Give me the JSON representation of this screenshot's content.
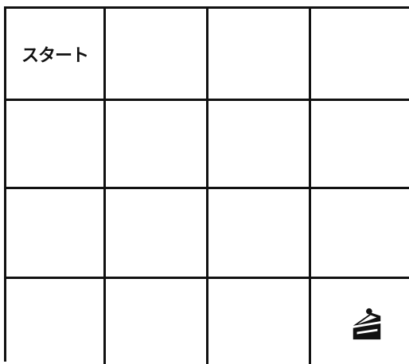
{
  "grid": {
    "rows": 4,
    "cols": 4,
    "start_label": "スタート",
    "goal_icon": "cake-icon"
  }
}
